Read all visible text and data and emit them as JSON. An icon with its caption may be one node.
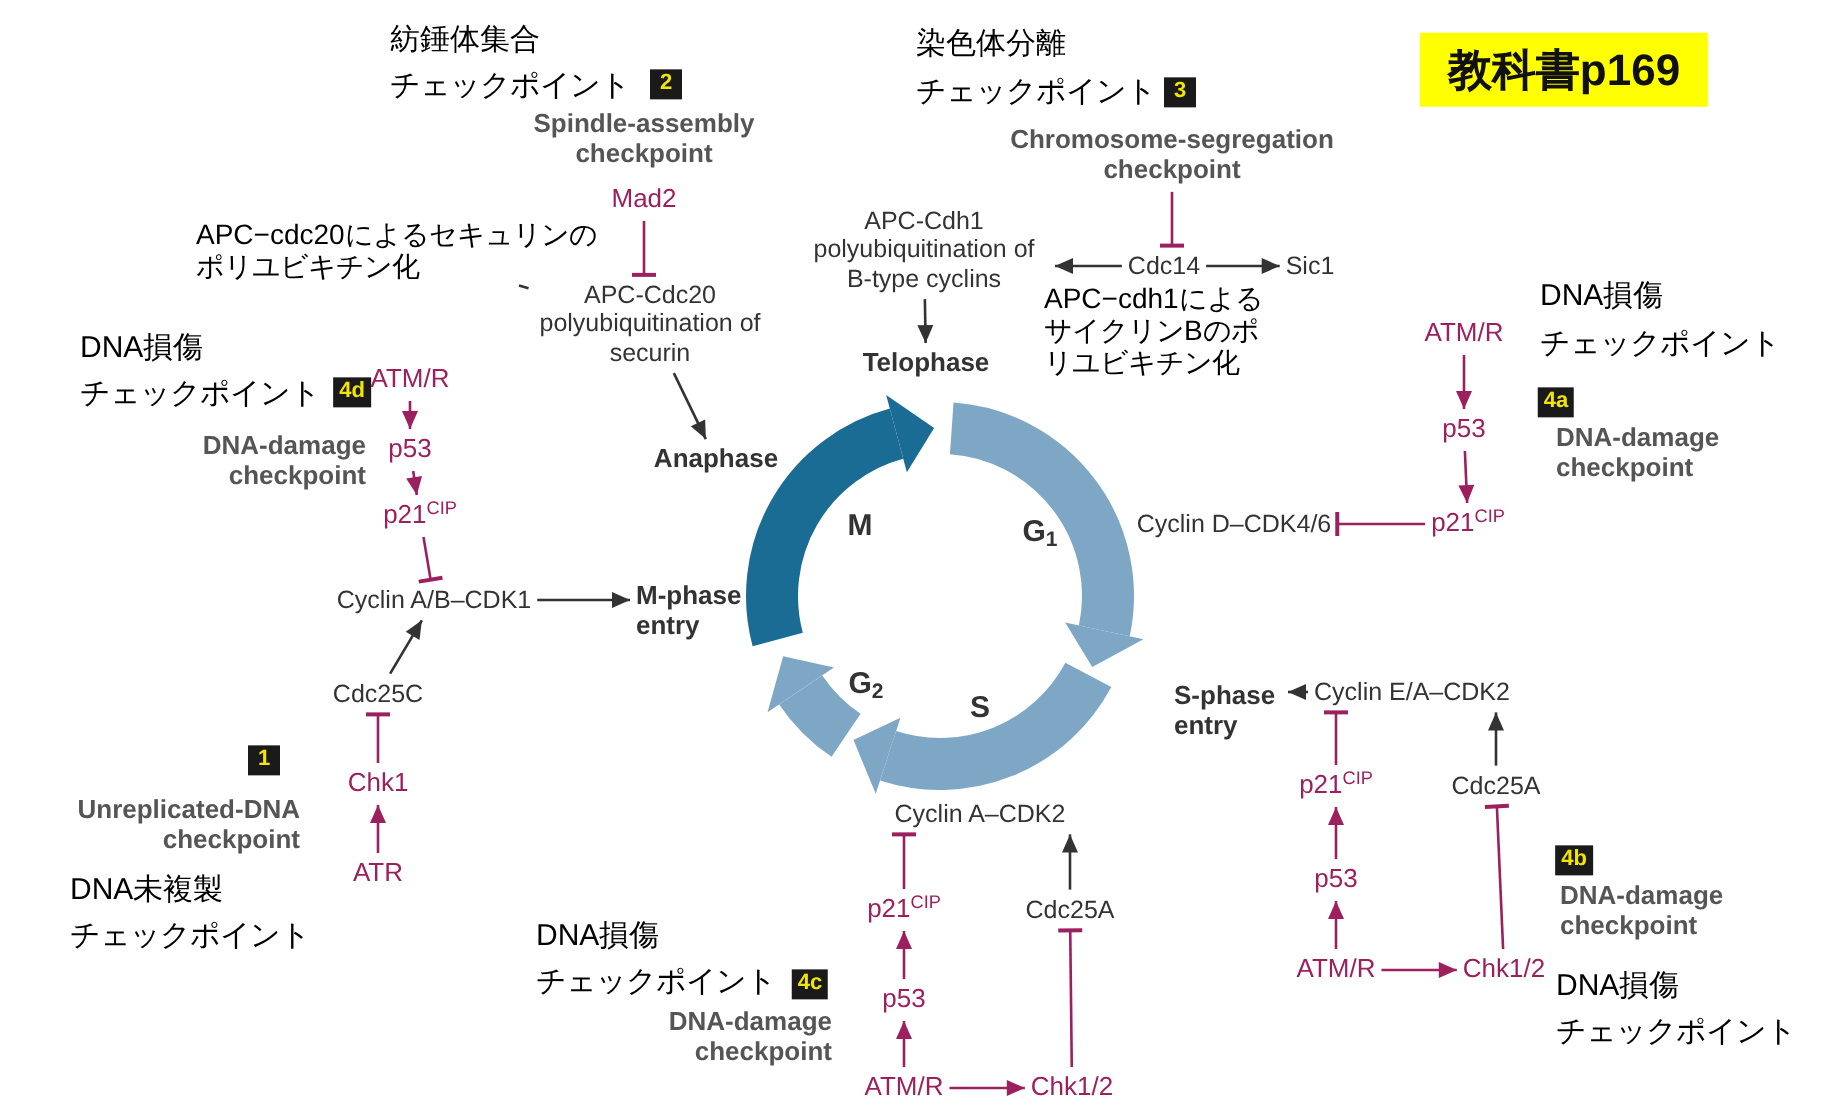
{
  "diagram": {
    "nodes": [
      {
        "text": [
          "教科書p169"
        ]
      },
      {
        "text": [
          "Mad2"
        ]
      },
      {
        "text": [
          "APC-Cdc20 polyubiquitination of securin"
        ]
      },
      {
        "text": [
          "Anaphase"
        ]
      },
      {
        "text": [
          "APC-Cdh1 polyubiquitination of B-type cyclins"
        ]
      },
      {
        "text": [
          "Telophase"
        ]
      },
      {
        "text": [
          "Chromosome-segregation checkpoint"
        ]
      },
      {
        "text": [
          "Cdc14"
        ]
      },
      {
        "text": [
          "Sic1"
        ]
      },
      {
        "text": [
          "ATM/R"
        ]
      },
      {
        "text": [
          "p53"
        ]
      },
      {
        "text": [
          "p21$^{CIP}$"
        ]
      },
      {
        "text": [
          "Cyclin A/B–CDK1"
        ]
      },
      {
        "text": [
          "M-phase entry"
        ]
      },
      {
        "text": [
          "Cdc25C"
        ]
      },
      {
        "text": [
          "Chk1"
        ]
      },
      {
        "text": [
          "ATR"
        ]
      },
      {
        "text": [
          "ATM/R"
        ]
      },
      {
        "text": [
          "p53"
        ]
      },
      {
        "text": [
          "p21$^{CIP}$"
        ]
      },
      {
        "text": [
          "Cyclin D–CDK4/6"
        ]
      },
      {
        "text": [
          "S-phase entry"
        ]
      },
      {
        "text": [
          "Cyclin E/A–CDK2"
        ]
      },
      {
        "text": [
          "p21$^{CIP}$"
        ]
      },
      {
        "text": [
          "Cdc25A"
        ]
      },
      {
        "text": [
          "p53"
        ]
      },
      {
        "text": [
          "ATM/R"
        ]
      },
      {
        "text": [
          "Chk1/2"
        ]
      },
      {
        "text": [
          "Cyclin A–CDK2"
        ]
      },
      {
        "text": [
          "p21$^{CIP}$"
        ]
      },
      {
        "text": [
          "Cdc25A"
        ]
      },
      {
        "text": [
          "p53"
        ]
      },
      {
        "text": [
          "ATM/R"
        ]
      },
      {
        "text": [
          "Chk1/2"
        ]
      },
      {
        "text": [
          "APC−cdc20によるセキュリンのポリユビキチン化"
        ]
      },
      {
        "text": [
          "2"
        ],
        "beside": [
          "紡錘体集合",
          "チェックポイント",
          "Spindle-assembly checkpoint"
        ]
      },
      {
        "text": [
          "3"
        ],
        "beside": [
          "染色体分離",
          "チェックポイント"
        ]
      },
      {
        "text": [
          "4d"
        ],
        "beside": [
          "DNA損傷",
          "チェックポイント",
          "DNA-damage checkpoint"
        ]
      },
      {
        "text": [
          "4a"
        ],
        "beside": [
          "DNA損傷",
          "チェックポイント",
          "DNA-damage checkpoint"
        ]
      },
      {
        "text": [
          "1"
        ],
        "beside": [
          "Unreplicated-DNA checkpoint",
          "DNA未複製",
          "チェックポイント"
        ]
      },
      {
        "text": [
          "4b"
        ],
        "beside": [
          "DNA-damage checkpoint",
          "DNA損傷",
          "チェックポイント"
        ]
      },
      {
        "text": [
          "4c"
        ],
        "beside": [
          "DNA損傷",
          "チェックポイント",
          "DNA-damage checkpoint"
        ]
      }
    ],
    "edges": [
      {
        "from": 1,
        "to": 2,
        "arrow": "other"
      },
      {
        "from": 2,
        "to": 3,
        "arrow": "to",
        "color": "#333333"
      },
      {
        "from": 4,
        "to": 5,
        "arrow": "to",
        "color": "#333333"
      },
      {
        "from": 6,
        "to": 7,
        "arrow": "other"
      },
      {
        "from": 7,
        "to": 4,
        "arrow": "to",
        "color": "#333333"
      },
      {
        "from": 7,
        "to": 8,
        "arrow": "to",
        "color": "#333333"
      },
      {
        "from": 9,
        "to": 10,
        "arrow": "to"
      },
      {
        "from": 10,
        "to": 11,
        "arrow": "to"
      },
      {
        "from": 11,
        "to": 12,
        "arrow": "other"
      },
      {
        "from": 12,
        "to": 13,
        "arrow": "to",
        "color": "#333333"
      },
      {
        "from": 14,
        "to": 12,
        "arrow": "to",
        "color": "#333333"
      },
      {
        "from": 16,
        "to": 15,
        "arrow": "to"
      },
      {
        "from": 15,
        "to": 14,
        "arrow": "other"
      },
      {
        "from": 17,
        "to": 18,
        "arrow": "to"
      },
      {
        "from": 18,
        "to": 19,
        "arrow": "to"
      },
      {
        "from": 19,
        "to": 20,
        "arrow": "other"
      },
      {
        "from": 22,
        "to": 21,
        "arrow": "to",
        "color": "#333333"
      },
      {
        "from": 24,
        "to": 22,
        "arrow": "to",
        "color": "#333333"
      },
      {
        "from": 27,
        "to": 24,
        "arrow": "other"
      },
      {
        "from": 26,
        "to": 27,
        "arrow": "to"
      },
      {
        "from": 26,
        "to": 25,
        "arrow": "to"
      },
      {
        "from": 25,
        "to": 23,
        "arrow": "to"
      },
      {
        "from": 23,
        "to": 22,
        "arrow": "other"
      },
      {
        "from": 30,
        "to": 28,
        "arrow": "to",
        "color": "#333333"
      },
      {
        "from": 33,
        "to": 30,
        "arrow": "other"
      },
      {
        "from": 32,
        "to": 33,
        "arrow": "to"
      },
      {
        "from": 32,
        "to": 31,
        "arrow": "to"
      },
      {
        "from": 31,
        "to": 29,
        "arrow": "to"
      },
      {
        "from": 29,
        "to": 28,
        "arrow": "other"
      },
      {
        "from": 34,
        "to": 2,
        "arrow": "none",
        "color": "#333333"
      }
    ],
    "labels": [
      "APC−cdh1によるサイクリンBのポリユビキチン化",
      "M",
      "G$_{1}$",
      "G$_{2}$",
      "S"
    ]
  }
}
